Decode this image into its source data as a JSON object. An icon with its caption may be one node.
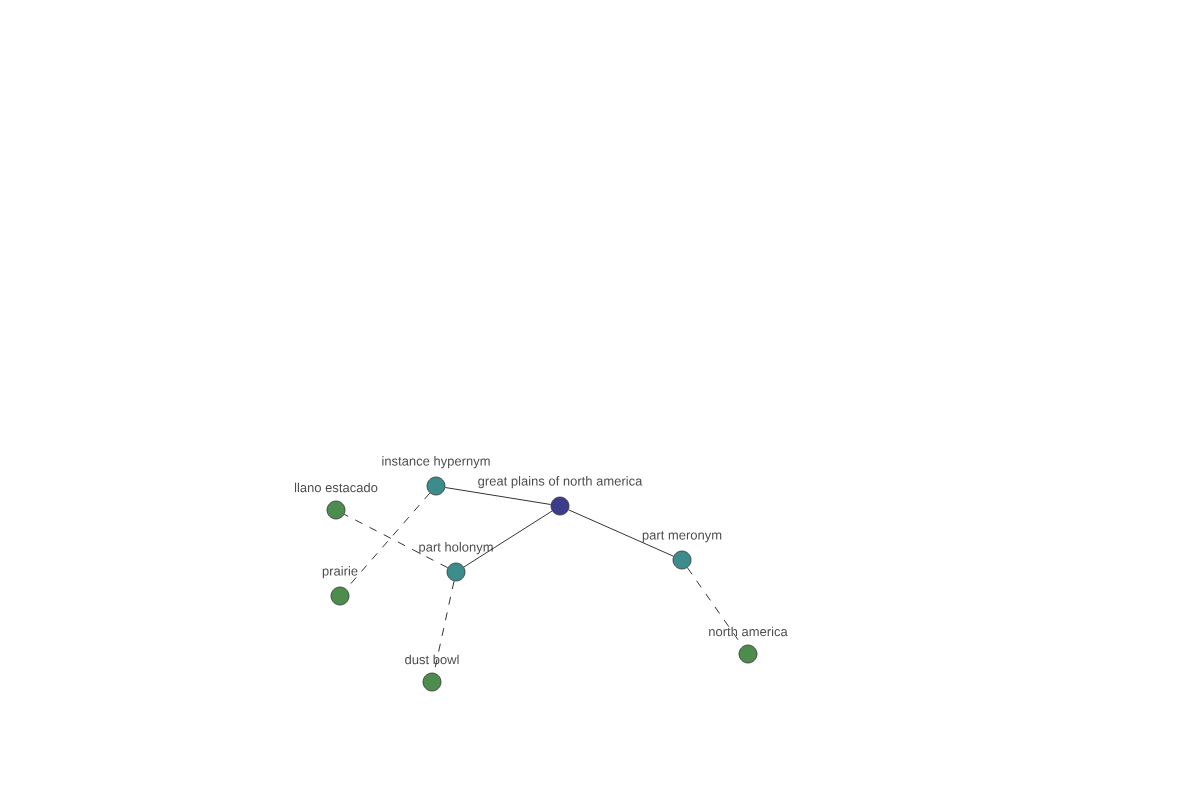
{
  "diagram": {
    "nodes": [
      {
        "text": [
          "great plains of north america"
        ]
      },
      {
        "text": [
          "instance hypernym"
        ]
      },
      {
        "text": [
          "part holonym"
        ]
      },
      {
        "text": [
          "part meronym"
        ]
      },
      {
        "text": [
          "llano estacado"
        ]
      },
      {
        "text": [
          "prairie"
        ]
      },
      {
        "text": [
          "dust bowl"
        ]
      },
      {
        "text": [
          "north america"
        ]
      }
    ],
    "edges": [
      {
        "from": 0,
        "to": 1,
        "arrow": "none"
      },
      {
        "from": 0,
        "to": 2,
        "arrow": "none"
      },
      {
        "from": 0,
        "to": 3,
        "arrow": "none"
      },
      {
        "from": 1,
        "to": 5,
        "arrow": "none",
        "style": "dashed"
      },
      {
        "from": 2,
        "to": 4,
        "arrow": "none",
        "style": "dashed"
      },
      {
        "from": 2,
        "to": 6,
        "arrow": "none",
        "style": "dashed"
      },
      {
        "from": 3,
        "to": 7,
        "arrow": "none",
        "style": "dashed"
      }
    ]
  }
}
